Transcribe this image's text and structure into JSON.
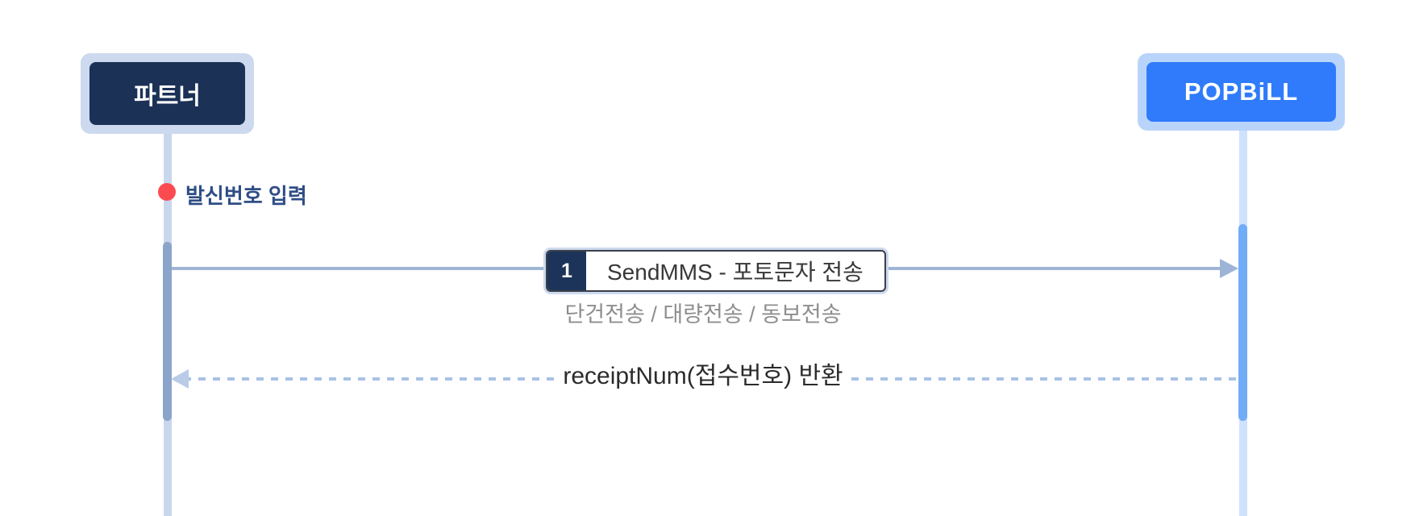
{
  "diagram": {
    "type": "sequence-diagram",
    "background": "#ffffff"
  },
  "actors": {
    "partner": {
      "label": "파트너",
      "fill": "#1b3156",
      "border": "#ccd9ee",
      "text_color": "#ffffff"
    },
    "popbill": {
      "label": "POPBiLL",
      "fill": "#2f7bfb",
      "border": "#b9d4fb",
      "text_color": "#ffffff"
    }
  },
  "start_note": {
    "label": "발신번호 입력",
    "dot_color": "#fc4b50",
    "text_color": "#2f4d85"
  },
  "messages": {
    "request": {
      "step": "1",
      "label": "SendMMS - 포토문자 전송",
      "subtitle": "단건전송 / 대량전송 / 동보전송",
      "from": "partner",
      "to": "popbill",
      "style": "solid",
      "badge_color": "#1c3459",
      "line_color": "#9fb5d4"
    },
    "response": {
      "label": "receiptNum(접수번호) 반환",
      "from": "popbill",
      "to": "partner",
      "style": "dashed",
      "line_color": "#a9c2e4"
    }
  },
  "lifelines": {
    "partner": {
      "line_color": "#c8d7ee",
      "activation_color": "#8ba4c9"
    },
    "popbill": {
      "line_color": "#cfe2fd",
      "activation_color": "#71acf8"
    }
  }
}
